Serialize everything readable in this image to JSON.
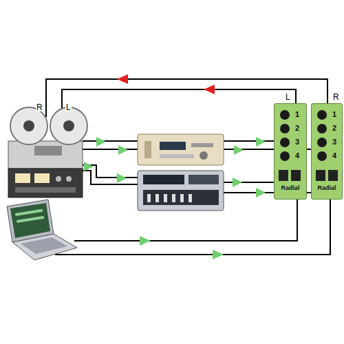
{
  "diagram": {
    "nodes": [
      {
        "text": [
          "1",
          "2",
          "3",
          "4",
          "Radial"
        ]
      },
      {
        "text": [
          "1",
          "2",
          "3",
          "4",
          "Radial"
        ]
      }
    ],
    "labels": [
      "R",
      "L",
      "L",
      "R"
    ]
  }
}
